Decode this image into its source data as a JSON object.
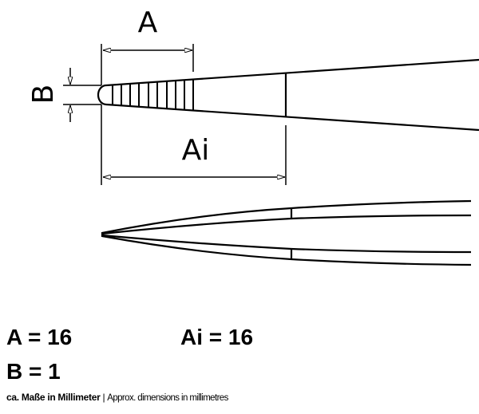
{
  "diagram": {
    "labels": {
      "a": "A",
      "b": "B",
      "ai": "Ai"
    },
    "values": {
      "a": "A = 16",
      "ai": "Ai = 16",
      "b": "B = 1"
    },
    "caption": {
      "german": "ca. Maße in Millimeter",
      "separator": "|",
      "english": "Approx. dimensions in millimetres"
    }
  }
}
